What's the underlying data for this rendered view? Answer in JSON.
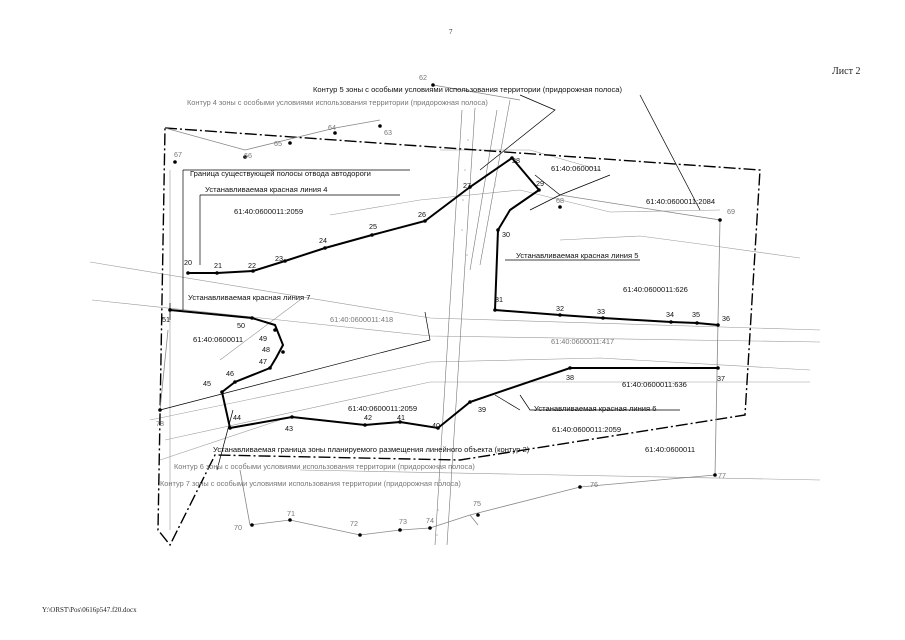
{
  "page_number": "7",
  "sheet_label": "Лист 2",
  "footer_path": "Y:\\ORST\\Pos\\0616p547.f20.docx",
  "labels": {
    "contour5": "Контур 5 зоны с особыми условиями использования территории (придорожная полоса)",
    "contour4": "Контур 4 зоны с особыми условиями использования территории (придорожная полоса)",
    "existing_boundary": "Граница существующей полосы отвода автодороги",
    "red_line_4": "Устанавливаемая красная линия 4",
    "red_line_5": "Устанавливаемая красная линия 5",
    "red_line_7": "Устанавливаемая красная линия 7",
    "red_line_6": "Устанавливаемая красная линия 6",
    "zone_boundary": "Устанавливаемая граница зоны планируемого размещения линейного объекта (контур 2)",
    "contour6": "Контур 6 зоны с особыми условиями использования территории (придорожная полоса)",
    "contour7": "Контур 7 зоны с особыми условиями использования территории (придорожная полоса)"
  },
  "cadastral": {
    "c1": "61:40:0600011",
    "c2": "61:40:0600011:2084",
    "c3": "61:40:0600011:2059",
    "c4": "61:40:0600011:626",
    "c5": "61:40:0600011:418",
    "c6": "61:40:0600011",
    "c7": "61:40:0600011:417",
    "c8": "61:40:0600011:636",
    "c9": "61:40:0600011:2059",
    "c10": "61:40:0600011:2059",
    "c11": "61:40:0600011"
  },
  "points": {
    "p20": "20",
    "p21": "21",
    "p22": "22",
    "p23": "23",
    "p24": "24",
    "p25": "25",
    "p26": "26",
    "p27": "27",
    "p28": "28",
    "p29": "29",
    "p30": "30",
    "p31": "31",
    "p32": "32",
    "p33": "33",
    "p34": "34",
    "p35": "35",
    "p36": "36",
    "p37": "37",
    "p38": "38",
    "p39": "39",
    "p40": "40",
    "p41": "41",
    "p42": "42",
    "p43": "43",
    "p44": "44",
    "p45": "45",
    "p46": "46",
    "p47": "47",
    "p48": "48",
    "p49": "49",
    "p50": "50",
    "p51": "51",
    "p62": "62",
    "p63": "63",
    "p64": "64",
    "p65": "65",
    "p66": "66",
    "p67": "67",
    "p68": "68",
    "p69": "69",
    "p70": "70",
    "p71": "71",
    "p72": "72",
    "p73": "73",
    "p74": "74",
    "p75": "75",
    "p76": "76",
    "p77": "77",
    "p78": "78"
  }
}
